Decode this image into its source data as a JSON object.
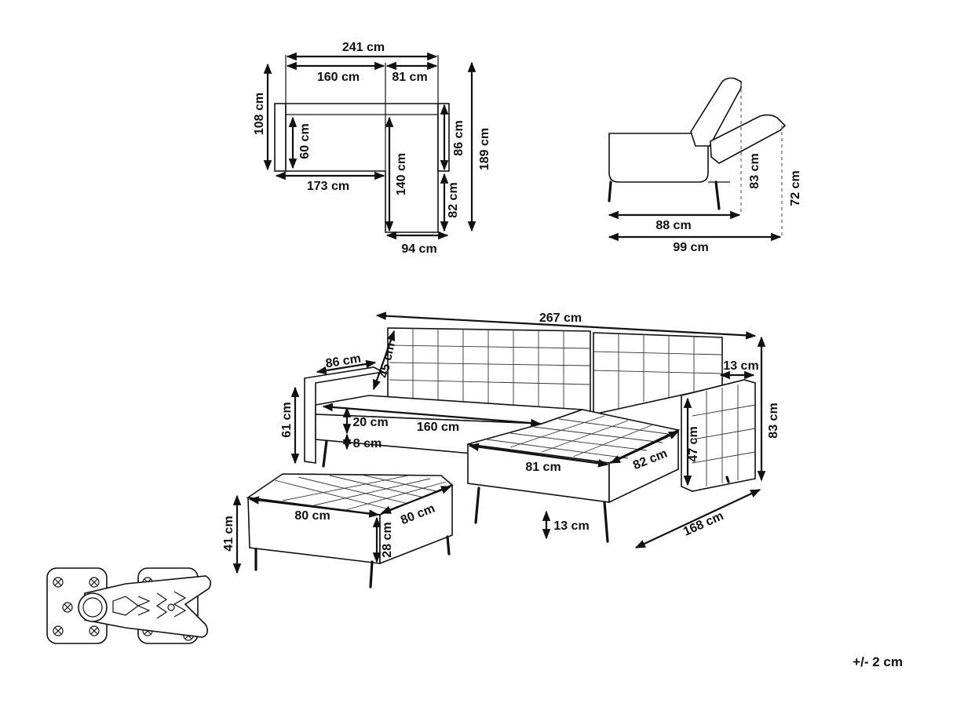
{
  "top_view": {
    "w241": "241 cm",
    "w160": "160 cm",
    "w81": "81 cm",
    "h108": "108 cm",
    "h60": "60 cm",
    "w173": "173 cm",
    "h140": "140 cm",
    "h86": "86 cm",
    "h82": "82 cm",
    "h189": "189 cm",
    "w94": "94 cm"
  },
  "side_view": {
    "h83": "83 cm",
    "h72": "72 cm",
    "w88": "88 cm",
    "w99": "99 cm"
  },
  "perspective_view": {
    "w267": "267 cm",
    "d86": "86 cm",
    "h45": "45 cm",
    "arm13": "13 cm",
    "h61": "61 cm",
    "h20": "20 cm",
    "w160": "160 cm",
    "h8": "8 cm",
    "h83": "83 cm",
    "h47": "47 cm",
    "w81": "81 cm",
    "d82": "82 cm",
    "h13": "13 cm",
    "d168": "168 cm"
  },
  "ottoman": {
    "w80": "80 cm",
    "d80": "80 cm",
    "h41": "41 cm",
    "h28": "28 cm"
  },
  "tolerance": "+/- 2 cm"
}
